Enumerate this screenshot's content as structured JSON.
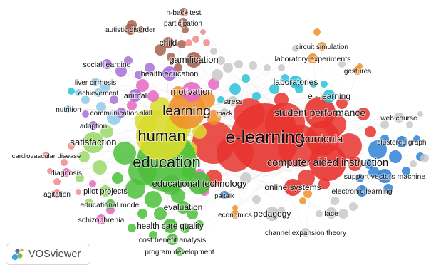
{
  "app": {
    "logo_text": "VOSviewer"
  },
  "palette": {
    "red": "#e8332e",
    "green": "#4cbf3b",
    "lightgreen": "#9bd96b",
    "blue": "#2f82d6",
    "yellow": "#d9dc2e",
    "purple": "#a86fd9",
    "cyan": "#2cc2d8",
    "orange": "#f0902a",
    "pink": "#e569c3",
    "brown": "#a7624e",
    "skyblue": "#8fcbe8",
    "grey": "#c9c9c9",
    "salmon": "#f28b8b",
    "link": "#c9c9c9"
  },
  "network": {
    "nodes": [
      {
        "label": "e-learning",
        "cluster": "red",
        "weight": 10
      },
      {
        "label": "education",
        "cluster": "green",
        "weight": 9
      },
      {
        "label": "human",
        "cluster": "yellow",
        "weight": 9
      },
      {
        "label": "learning",
        "cluster": "orange",
        "weight": 7
      },
      {
        "label": "student performance",
        "cluster": "red",
        "weight": 6
      },
      {
        "label": "curricula",
        "cluster": "red",
        "weight": 6
      },
      {
        "label": "computer aided instruction",
        "cluster": "red",
        "weight": 7
      },
      {
        "label": "educational technology",
        "cluster": "green",
        "weight": 5
      },
      {
        "label": "motivation",
        "cluster": "pink",
        "weight": 5
      },
      {
        "label": "gamification",
        "cluster": "brown",
        "weight": 4
      },
      {
        "label": "satisfaction",
        "cluster": "lightgreen",
        "weight": 4
      },
      {
        "label": "online systems",
        "cluster": "red",
        "weight": 4
      },
      {
        "label": "laboratories",
        "cluster": "cyan",
        "weight": 3
      },
      {
        "label": "e - learning",
        "cluster": "cyan",
        "weight": 3
      },
      {
        "label": "pedagogy",
        "cluster": "grey",
        "weight": 3
      },
      {
        "label": "evaluation",
        "cluster": "green",
        "weight": 3
      },
      {
        "label": "health care quality",
        "cluster": "green",
        "weight": 3
      },
      {
        "label": "health education",
        "cluster": "purple",
        "weight": 3
      },
      {
        "label": "child",
        "cluster": "brown",
        "weight": 2
      },
      {
        "label": "animal",
        "cluster": "purple",
        "weight": 2
      },
      {
        "label": "social learning",
        "cluster": "purple",
        "weight": 2
      },
      {
        "label": "achievement",
        "cluster": "skyblue",
        "weight": 2
      },
      {
        "label": "liver cirrhosis",
        "cluster": "skyblue",
        "weight": 2
      },
      {
        "label": "nutrition",
        "cluster": "skyblue",
        "weight": 2
      },
      {
        "label": "communication skill",
        "cluster": "purple",
        "weight": 2
      },
      {
        "label": "adoption",
        "cluster": "purple",
        "weight": 2
      },
      {
        "label": "cardiovascular disease",
        "cluster": "salmon",
        "weight": 2
      },
      {
        "label": "diagnosis",
        "cluster": "pink",
        "weight": 2
      },
      {
        "label": "agitation",
        "cluster": "salmon",
        "weight": 2
      },
      {
        "label": "pilot projects",
        "cluster": "lightgreen",
        "weight": 2
      },
      {
        "label": "educational model",
        "cluster": "green",
        "weight": 2
      },
      {
        "label": "schizophrenia",
        "cluster": "pink",
        "weight": 2
      },
      {
        "label": "cost benefit analysis",
        "cluster": "green",
        "weight": 2
      },
      {
        "label": "program development",
        "cluster": "green",
        "weight": 2
      },
      {
        "label": "paltalk",
        "cluster": "blue",
        "weight": 2
      },
      {
        "label": "economics",
        "cluster": "orange",
        "weight": 2
      },
      {
        "label": "channel expansion theory",
        "cluster": "grey",
        "weight": 2
      },
      {
        "label": "face",
        "cluster": "grey",
        "weight": 2
      },
      {
        "label": "electronic learning",
        "cluster": "blue",
        "weight": 2
      },
      {
        "label": "support vectors machine",
        "cluster": "blue",
        "weight": 2
      },
      {
        "label": "clustered graph",
        "cluster": "blue",
        "weight": 2
      },
      {
        "label": "web course",
        "cluster": "grey",
        "weight": 2
      },
      {
        "label": "gestures",
        "cluster": "orange",
        "weight": 2
      },
      {
        "label": "laboratory experiments",
        "cluster": "orange",
        "weight": 2
      },
      {
        "label": "circuit simulation",
        "cluster": "orange",
        "weight": 2
      },
      {
        "label": "stress",
        "cluster": "grey",
        "weight": 2
      },
      {
        "label": "tpack",
        "cluster": "grey",
        "weight": 2
      },
      {
        "label": "autistic disorder",
        "cluster": "brown",
        "weight": 2
      },
      {
        "label": "participation",
        "cluster": "brown",
        "weight": 2
      },
      {
        "label": "n-back test",
        "cluster": "brown",
        "weight": 2
      }
    ]
  }
}
